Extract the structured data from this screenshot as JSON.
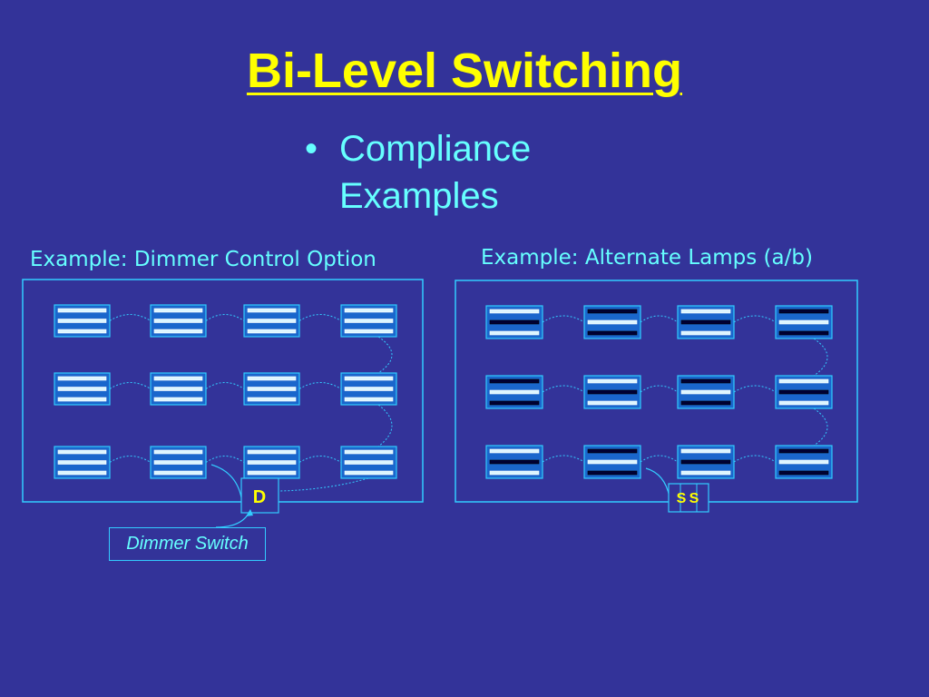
{
  "slide": {
    "title": "Bi-Level Switching",
    "bullet": {
      "marker": "•",
      "text": "Compliance Examples"
    }
  },
  "examples": [
    {
      "label": "Example: Dimmer Control Option",
      "switch_label": "D",
      "callout": "Dimmer Switch",
      "rows": 3,
      "cols": 4
    },
    {
      "label": "Example: Alternate Lamps (a/b)",
      "switch_labels": [
        "S",
        "S"
      ],
      "rows": 3,
      "cols": 4
    }
  ],
  "colors": {
    "background": "#333399",
    "title": "#ffff00",
    "text": "#66ffff",
    "line": "#33ccff",
    "lamp_on": "#ddf6ff",
    "lamp_off": "#000033",
    "switch_text": "#ffff00"
  }
}
